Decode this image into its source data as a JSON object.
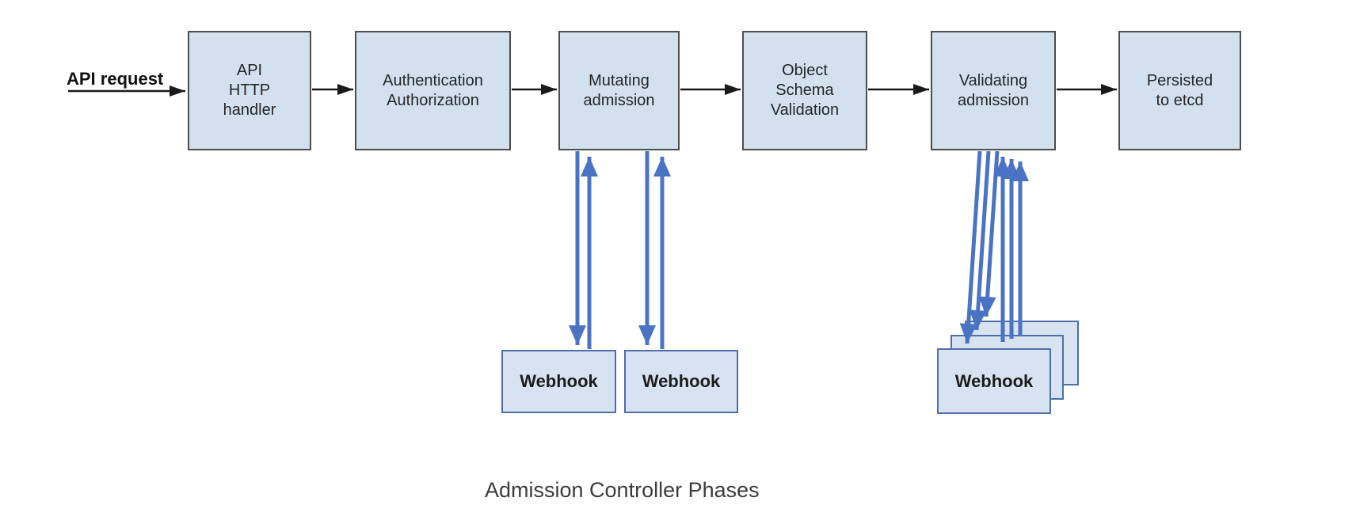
{
  "diagram": {
    "caption": "Admission Controller Phases",
    "input_label": "API request",
    "phases": [
      {
        "id": "api-http-handler",
        "label": "API\nHTTP\nhandler"
      },
      {
        "id": "authentication-authorization",
        "label": "Authentication\nAuthorization"
      },
      {
        "id": "mutating-admission",
        "label": "Mutating\nadmission"
      },
      {
        "id": "object-schema-validation",
        "label": "Object\nSchema\nValidation"
      },
      {
        "id": "validating-admission",
        "label": "Validating\nadmission"
      },
      {
        "id": "persisted-to-etcd",
        "label": "Persisted\nto etcd"
      }
    ],
    "webhooks": {
      "label": "Webhook",
      "mutating_count": 2,
      "validating_count": 3
    },
    "colors": {
      "box_fill": "#d3e1ef",
      "box_border": "#4d4d4d",
      "webhook_fill": "#d7e3f1",
      "webhook_border": "#4f6fa8",
      "flow_arrow": "#1a1a1a",
      "webhook_arrow": "#4a73c4",
      "caption_text": "#3c3c3c"
    }
  }
}
